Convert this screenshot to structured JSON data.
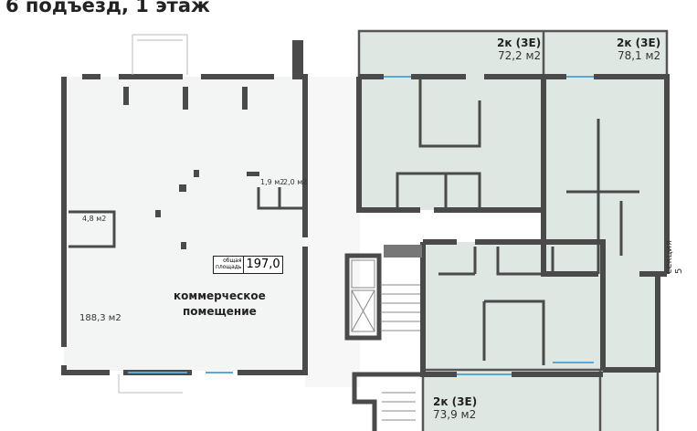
{
  "title": "6 подъезд, 1 этаж",
  "colors": {
    "wall": "#4a4a4a",
    "apartment_fill": "#dfe7e3",
    "commercial_fill": "#f3f4f4",
    "window": "#5aa8d8"
  },
  "apartments": [
    {
      "type": "2к (3Е)",
      "area": "72,2 м2"
    },
    {
      "type": "2к (3Е)",
      "area": "78,1 м2"
    },
    {
      "type": "2к (3Е)",
      "area": "73,9 м2"
    }
  ],
  "commercial": {
    "name_line1": "коммерческое",
    "name_line2": "помещение",
    "total_caption_line1": "общая",
    "total_caption_line2": "площадь",
    "total_area": "197,0",
    "main_area": "188,3 м2",
    "rooms": [
      "4,8 м2",
      "1,9 м2",
      "2,0 м2"
    ]
  },
  "section_label": "секция 5"
}
